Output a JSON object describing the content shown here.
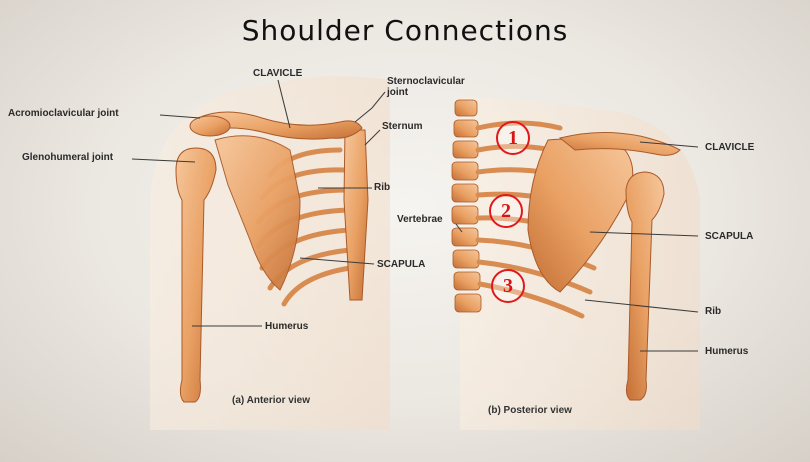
{
  "title": "Shoulder Connections",
  "anterior": {
    "labels": {
      "clavicle": "CLAVICLE",
      "sternoclavicular": "Sternoclavicular joint",
      "acromioclavicular": "Acromioclavicular joint",
      "sternum": "Sternum",
      "glenohumeral": "Glenohumeral joint",
      "rib": "Rib",
      "scapula": "SCAPULA",
      "humerus": "Humerus"
    },
    "caption": "(a) Anterior view"
  },
  "posterior": {
    "labels": {
      "vertebrae": "Vertebrae",
      "clavicle": "CLAVICLE",
      "scapula": "SCAPULA",
      "rib": "Rib",
      "humerus": "Humerus"
    },
    "caption": "(b) Posterior view"
  },
  "markers": [
    "1",
    "2",
    "3"
  ],
  "colors": {
    "bone": "#e9a063",
    "bone_dark": "#b9612e",
    "marker": "#e0191b"
  }
}
